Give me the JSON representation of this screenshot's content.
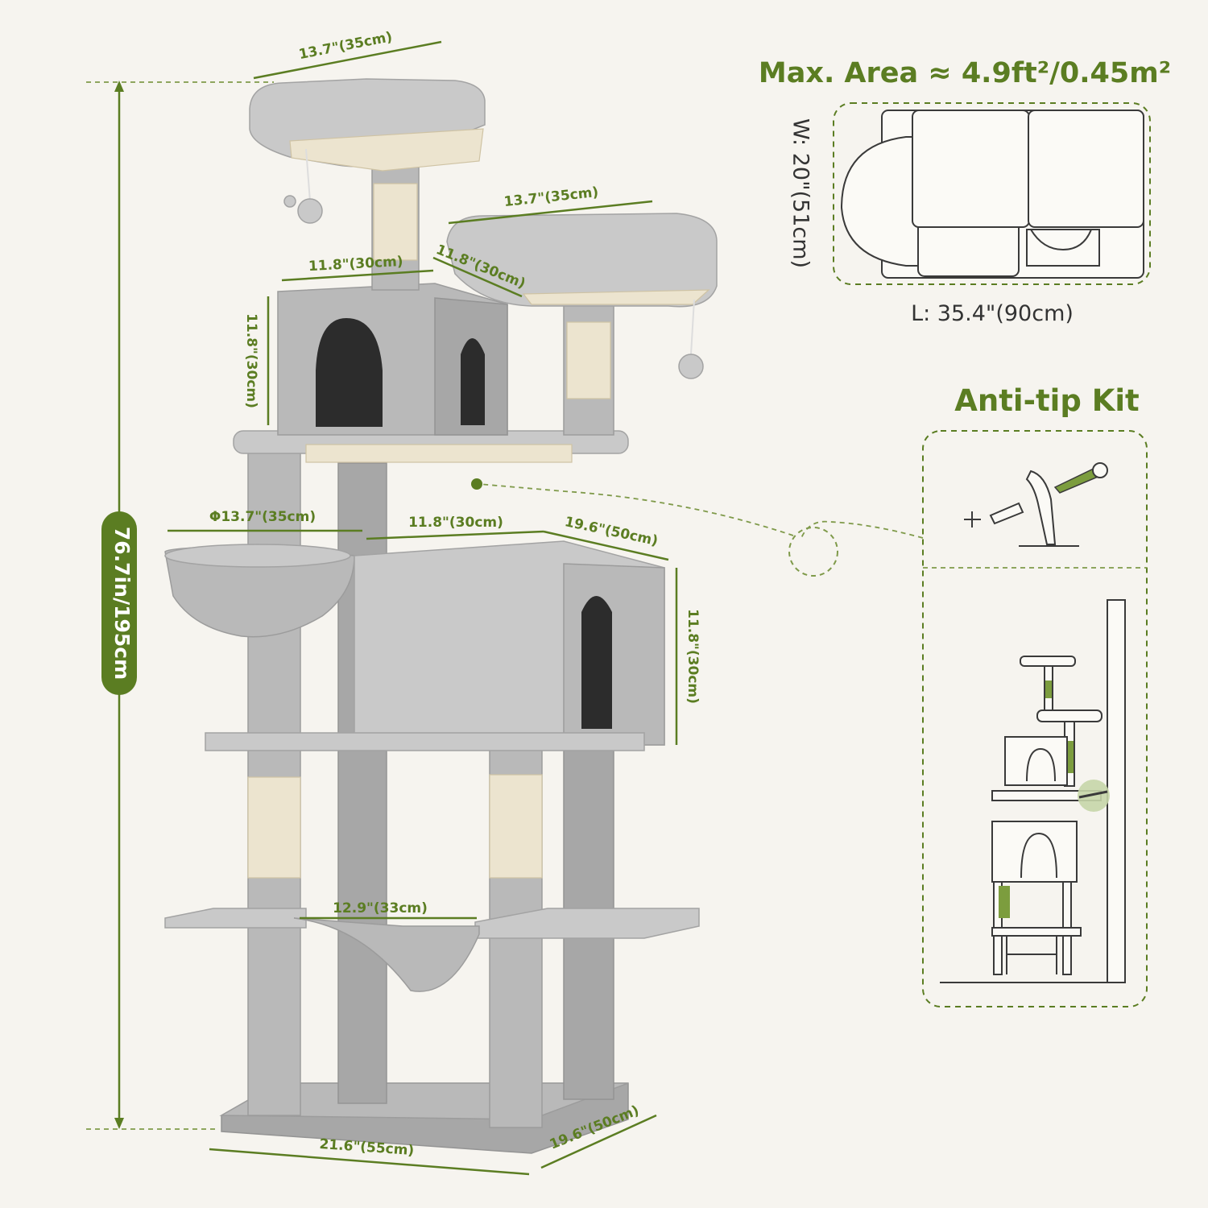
{
  "palette": {
    "accent": "#5b7d22",
    "plush": "#b9b9b9",
    "sisal": "#ece4cf",
    "background": "#f6f4ef"
  },
  "height_badge": "76.7in/195cm",
  "dimensions": {
    "top_platform_width": "13.7\"(35cm)",
    "second_platform_width": "13.7\"(35cm)",
    "upper_condo_width": "11.8\"(30cm)",
    "upper_condo_depth": "11.8\"(30cm)",
    "upper_condo_height": "11.8\"(30cm)",
    "basket_diameter": "Φ13.7\"(35cm)",
    "lower_condo_width": "11.8\"(30cm)",
    "lower_condo_depth": "19.6\"(50cm)",
    "lower_condo_height": "11.8\"(30cm)",
    "hammock_width": "12.9\"(33cm)",
    "base_width": "21.6\"(55cm)",
    "base_depth": "19.6\"(50cm)"
  },
  "max_area": {
    "title": "Max. Area ≈ 4.9ft²/0.45m²",
    "width_label": "W: 20\"(51cm)",
    "length_label": "L: 35.4\"(90cm)"
  },
  "anti_tip": {
    "title": "Anti-tip Kit"
  }
}
